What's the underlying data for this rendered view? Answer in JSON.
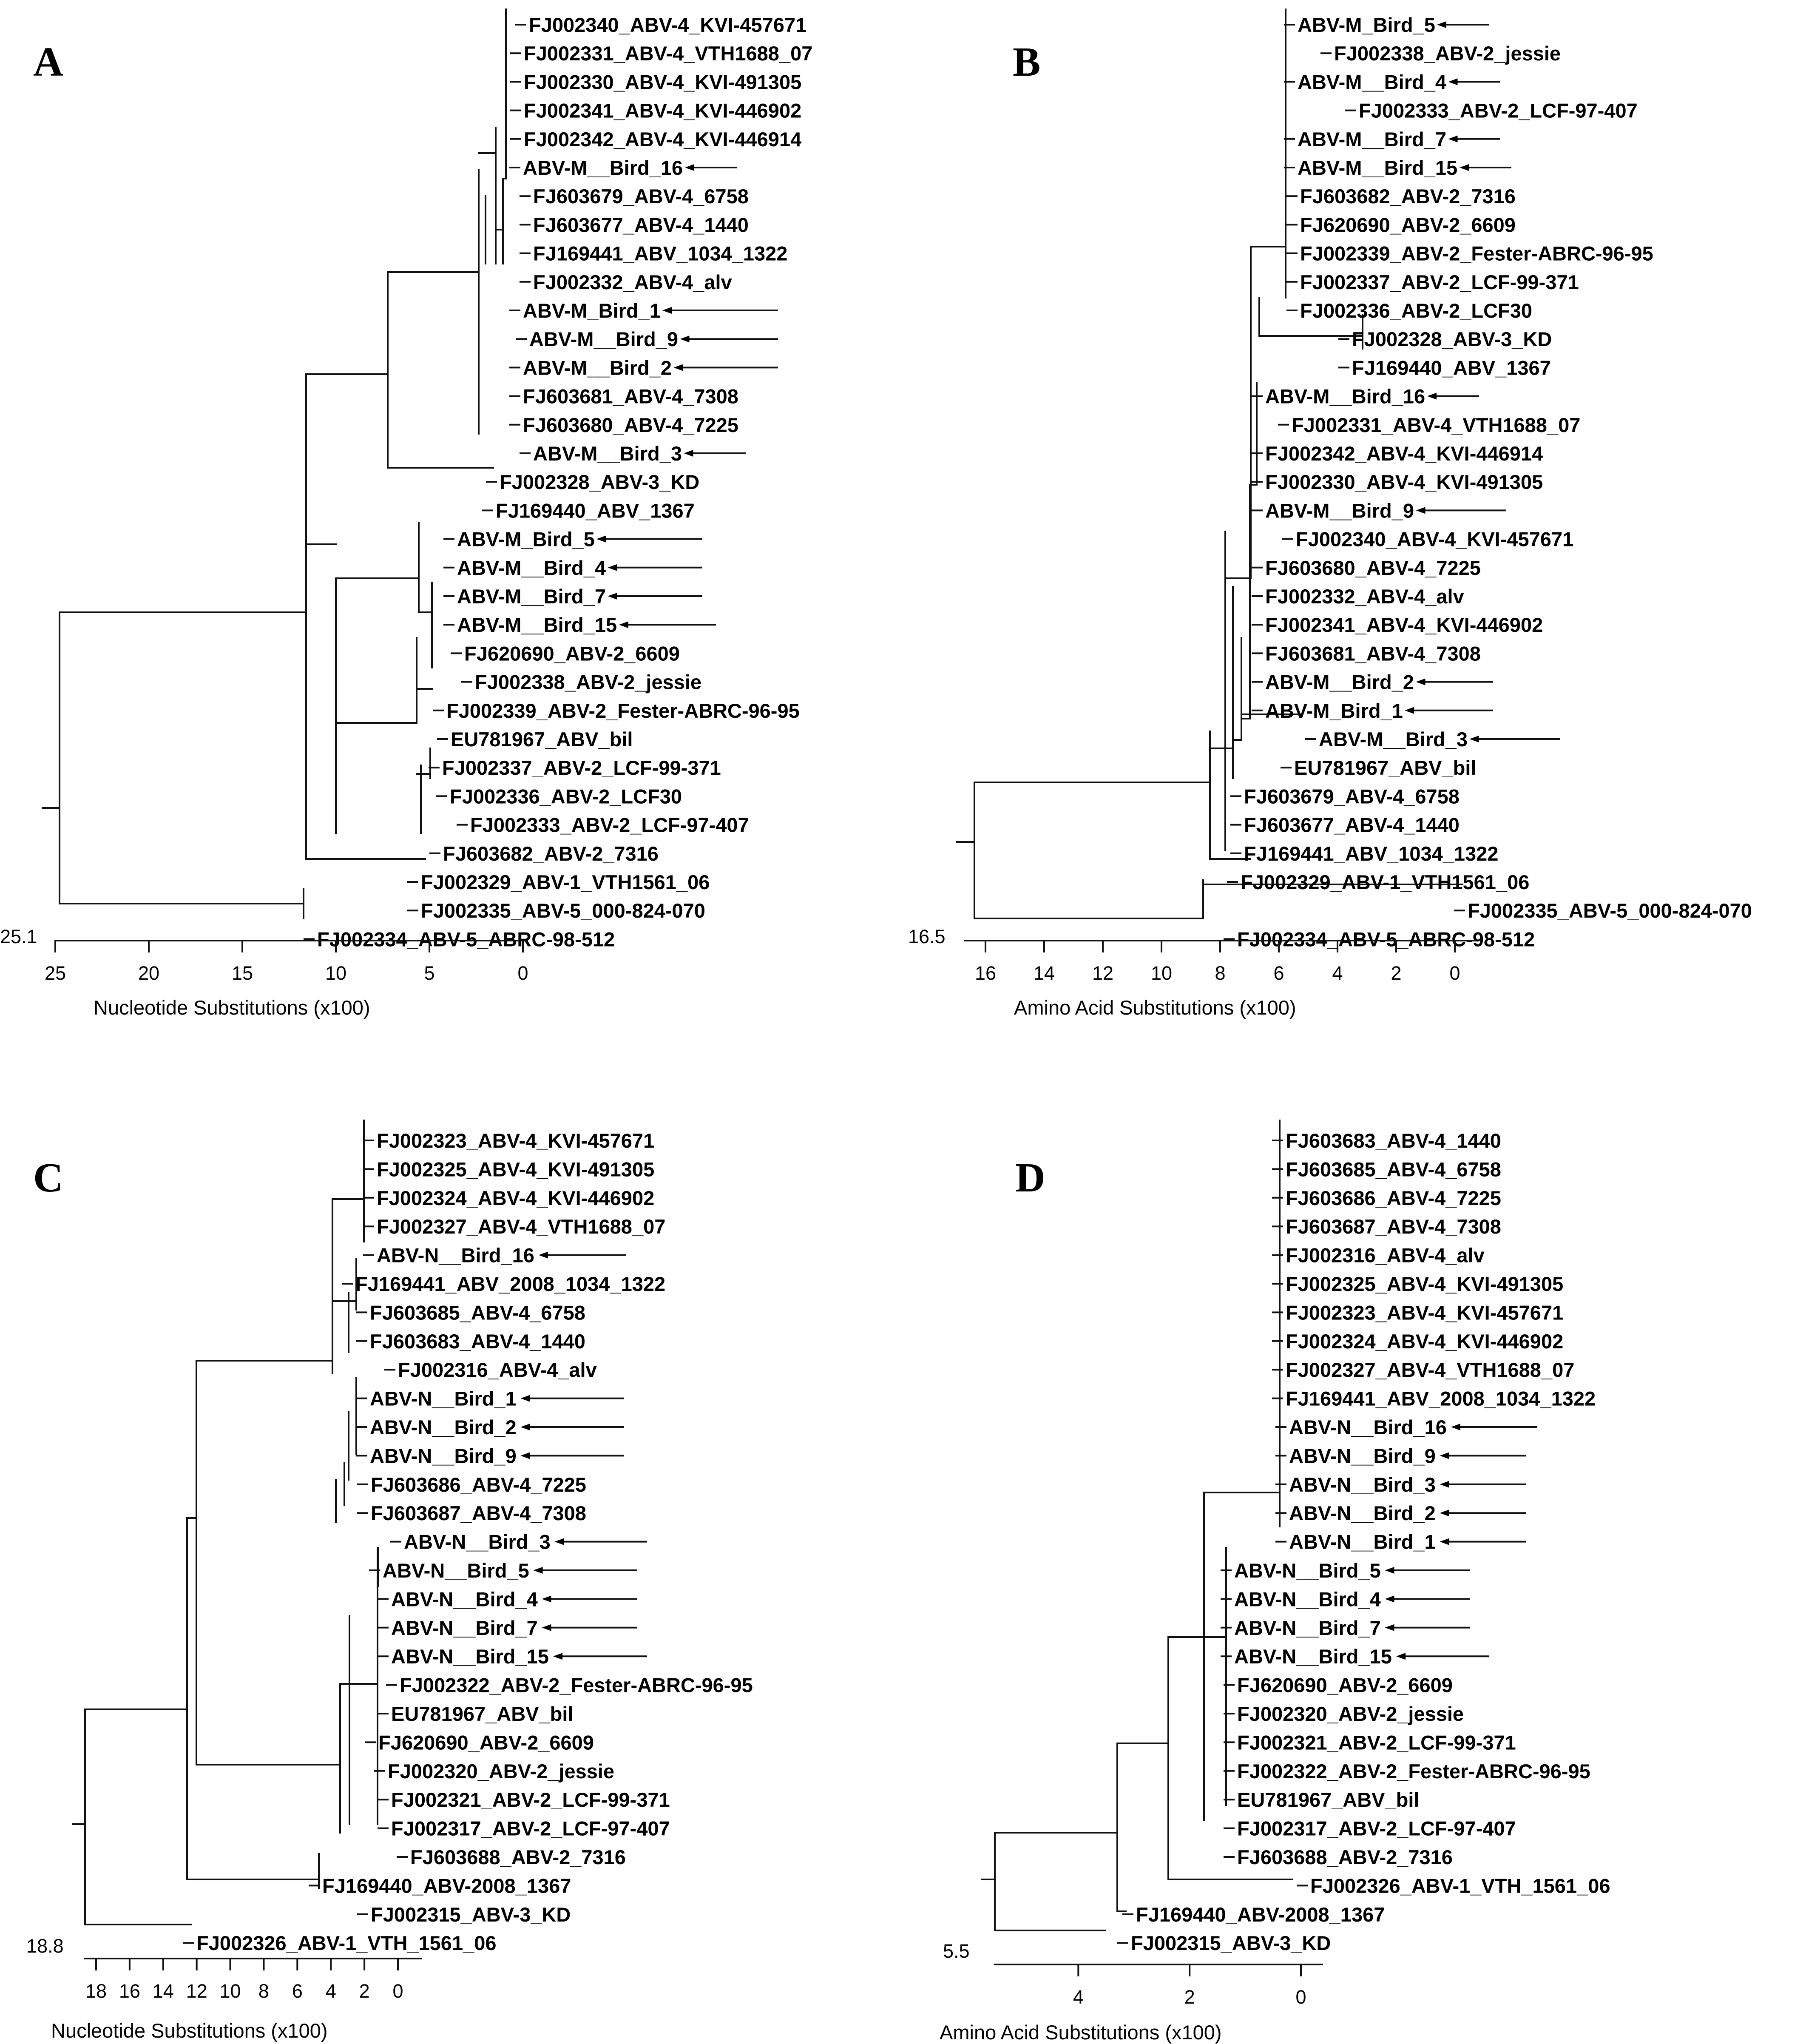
{
  "figure": {
    "colors": {
      "ink": "#000000",
      "background": "#ffffff"
    },
    "arrow_icon": "left-arrow-icon",
    "panels": [
      {
        "id": "A",
        "letter": "A",
        "root_value": "25.1",
        "axis_title": "Nucleotide Substitutions (x100)",
        "axis_ticks": [
          "25",
          "20",
          "15",
          "10",
          "5",
          "0"
        ],
        "leaves": [
          {
            "label": "FJ002340_ABV-4_KVI-457671",
            "arrow": false
          },
          {
            "label": "FJ002331_ABV-4_VTH1688_07",
            "arrow": false
          },
          {
            "label": "FJ002330_ABV-4_KVI-491305",
            "arrow": false
          },
          {
            "label": "FJ002341_ABV-4_KVI-446902",
            "arrow": false
          },
          {
            "label": "FJ002342_ABV-4_KVI-446914",
            "arrow": false
          },
          {
            "label": "ABV-M__Bird_16",
            "arrow": true
          },
          {
            "label": "FJ603679_ABV-4_6758",
            "arrow": false
          },
          {
            "label": "FJ603677_ABV-4_1440",
            "arrow": false
          },
          {
            "label": "FJ169441_ABV_1034_1322",
            "arrow": false
          },
          {
            "label": "FJ002332_ABV-4_alv",
            "arrow": false
          },
          {
            "label": "ABV-M_Bird_1",
            "arrow": true
          },
          {
            "label": "ABV-M__Bird_9",
            "arrow": true
          },
          {
            "label": "ABV-M__Bird_2",
            "arrow": true
          },
          {
            "label": "FJ603681_ABV-4_7308",
            "arrow": false
          },
          {
            "label": "FJ603680_ABV-4_7225",
            "arrow": false
          },
          {
            "label": "ABV-M__Bird_3",
            "arrow": true
          },
          {
            "label": "FJ002328_ABV-3_KD",
            "arrow": false
          },
          {
            "label": "FJ169440_ABV_1367",
            "arrow": false
          },
          {
            "label": "ABV-M_Bird_5",
            "arrow": true
          },
          {
            "label": "ABV-M__Bird_4",
            "arrow": true
          },
          {
            "label": "ABV-M__Bird_7",
            "arrow": true
          },
          {
            "label": "ABV-M__Bird_15",
            "arrow": true
          },
          {
            "label": "FJ620690_ABV-2_6609",
            "arrow": false
          },
          {
            "label": "FJ002338_ABV-2_jessie",
            "arrow": false
          },
          {
            "label": "FJ002339_ABV-2_Fester-ABRC-96-95",
            "arrow": false
          },
          {
            "label": "EU781967_ABV_bil",
            "arrow": false
          },
          {
            "label": "FJ002337_ABV-2_LCF-99-371",
            "arrow": false
          },
          {
            "label": "FJ002336_ABV-2_LCF30",
            "arrow": false
          },
          {
            "label": "FJ002333_ABV-2_LCF-97-407",
            "arrow": false
          },
          {
            "label": "FJ603682_ABV-2_7316",
            "arrow": false
          },
          {
            "label": "FJ002329_ABV-1_VTH1561_06",
            "arrow": false
          },
          {
            "label": "FJ002335_ABV-5_000-824-070",
            "arrow": false
          },
          {
            "label": "FJ002334_ABV-5_ABRC-98-512",
            "arrow": false
          }
        ]
      },
      {
        "id": "B",
        "letter": "B",
        "root_value": "16.5",
        "axis_title": "Amino Acid Substitutions (x100)",
        "axis_ticks": [
          "16",
          "14",
          "12",
          "10",
          "8",
          "6",
          "4",
          "2",
          "0"
        ],
        "leaves": [
          {
            "label": "ABV-M_Bird_5",
            "arrow": true
          },
          {
            "label": "FJ002338_ABV-2_jessie",
            "arrow": false
          },
          {
            "label": "ABV-M__Bird_4",
            "arrow": true
          },
          {
            "label": "FJ002333_ABV-2_LCF-97-407",
            "arrow": false
          },
          {
            "label": "ABV-M__Bird_7",
            "arrow": true
          },
          {
            "label": "ABV-M__Bird_15",
            "arrow": true
          },
          {
            "label": "FJ603682_ABV-2_7316",
            "arrow": false
          },
          {
            "label": "FJ620690_ABV-2_6609",
            "arrow": false
          },
          {
            "label": "FJ002339_ABV-2_Fester-ABRC-96-95",
            "arrow": false
          },
          {
            "label": "FJ002337_ABV-2_LCF-99-371",
            "arrow": false
          },
          {
            "label": "FJ002336_ABV-2_LCF30",
            "arrow": false
          },
          {
            "label": "FJ002328_ABV-3_KD",
            "arrow": false
          },
          {
            "label": "FJ169440_ABV_1367",
            "arrow": false
          },
          {
            "label": "ABV-M__Bird_16",
            "arrow": true
          },
          {
            "label": "FJ002331_ABV-4_VTH1688_07",
            "arrow": false
          },
          {
            "label": "FJ002342_ABV-4_KVI-446914",
            "arrow": false
          },
          {
            "label": "FJ002330_ABV-4_KVI-491305",
            "arrow": false
          },
          {
            "label": "ABV-M__Bird_9",
            "arrow": true
          },
          {
            "label": "FJ002340_ABV-4_KVI-457671",
            "arrow": false
          },
          {
            "label": "FJ603680_ABV-4_7225",
            "arrow": false
          },
          {
            "label": "FJ002332_ABV-4_alv",
            "arrow": false
          },
          {
            "label": "FJ002341_ABV-4_KVI-446902",
            "arrow": false
          },
          {
            "label": "FJ603681_ABV-4_7308",
            "arrow": false
          },
          {
            "label": "ABV-M__Bird_2",
            "arrow": true
          },
          {
            "label": "ABV-M_Bird_1",
            "arrow": true
          },
          {
            "label": "ABV-M__Bird_3",
            "arrow": true
          },
          {
            "label": "EU781967_ABV_bil",
            "arrow": false
          },
          {
            "label": "FJ603679_ABV-4_6758",
            "arrow": false
          },
          {
            "label": "FJ603677_ABV-4_1440",
            "arrow": false
          },
          {
            "label": "FJ169441_ABV_1034_1322",
            "arrow": false
          },
          {
            "label": "FJ002329_ABV-1_VTH1561_06",
            "arrow": false
          },
          {
            "label": "FJ002335_ABV-5_000-824-070",
            "arrow": false
          },
          {
            "label": "FJ002334_ABV-5_ABRC-98-512",
            "arrow": false
          }
        ]
      },
      {
        "id": "C",
        "letter": "C",
        "root_value": "18.8",
        "axis_title": "Nucleotide Substitutions (x100)",
        "axis_ticks": [
          "18",
          "16",
          "14",
          "12",
          "10",
          "8",
          "6",
          "4",
          "2",
          "0"
        ],
        "leaves": [
          {
            "label": "FJ002323_ABV-4_KVI-457671",
            "arrow": false
          },
          {
            "label": "FJ002325_ABV-4_KVI-491305",
            "arrow": false
          },
          {
            "label": "FJ002324_ABV-4_KVI-446902",
            "arrow": false
          },
          {
            "label": "FJ002327_ABV-4_VTH1688_07",
            "arrow": false
          },
          {
            "label": "ABV-N__Bird_16",
            "arrow": true
          },
          {
            "label": "FJ169441_ABV_2008_1034_1322",
            "arrow": false
          },
          {
            "label": "FJ603685_ABV-4_6758",
            "arrow": false
          },
          {
            "label": "FJ603683_ABV-4_1440",
            "arrow": false
          },
          {
            "label": "FJ002316_ABV-4_alv",
            "arrow": false
          },
          {
            "label": "ABV-N__Bird_1",
            "arrow": true
          },
          {
            "label": "ABV-N__Bird_2",
            "arrow": true
          },
          {
            "label": "ABV-N__Bird_9",
            "arrow": true
          },
          {
            "label": "FJ603686_ABV-4_7225",
            "arrow": false
          },
          {
            "label": "FJ603687_ABV-4_7308",
            "arrow": false
          },
          {
            "label": "ABV-N__Bird_3",
            "arrow": true
          },
          {
            "label": "ABV-N__Bird_5",
            "arrow": true
          },
          {
            "label": "ABV-N__Bird_4",
            "arrow": true
          },
          {
            "label": "ABV-N__Bird_7",
            "arrow": true
          },
          {
            "label": "ABV-N__Bird_15",
            "arrow": true
          },
          {
            "label": "FJ002322_ABV-2_Fester-ABRC-96-95",
            "arrow": false
          },
          {
            "label": "EU781967_ABV_bil",
            "arrow": false
          },
          {
            "label": "FJ620690_ABV-2_6609",
            "arrow": false
          },
          {
            "label": "FJ002320_ABV-2_jessie",
            "arrow": false
          },
          {
            "label": "FJ002321_ABV-2_LCF-99-371",
            "arrow": false
          },
          {
            "label": "FJ002317_ABV-2_LCF-97-407",
            "arrow": false
          },
          {
            "label": "FJ603688_ABV-2_7316",
            "arrow": false
          },
          {
            "label": "FJ169440_ABV-2008_1367",
            "arrow": false
          },
          {
            "label": "FJ002315_ABV-3_KD",
            "arrow": false
          },
          {
            "label": "FJ002326_ABV-1_VTH_1561_06",
            "arrow": false
          }
        ]
      },
      {
        "id": "D",
        "letter": "D",
        "root_value": "5.5",
        "axis_title": "Amino Acid Substitutions (x100)",
        "axis_ticks": [
          "4",
          "2",
          "0"
        ],
        "leaves": [
          {
            "label": "FJ603683_ABV-4_1440",
            "arrow": false
          },
          {
            "label": "FJ603685_ABV-4_6758",
            "arrow": false
          },
          {
            "label": "FJ603686_ABV-4_7225",
            "arrow": false
          },
          {
            "label": "FJ603687_ABV-4_7308",
            "arrow": false
          },
          {
            "label": "FJ002316_ABV-4_alv",
            "arrow": false
          },
          {
            "label": "FJ002325_ABV-4_KVI-491305",
            "arrow": false
          },
          {
            "label": "FJ002323_ABV-4_KVI-457671",
            "arrow": false
          },
          {
            "label": "FJ002324_ABV-4_KVI-446902",
            "arrow": false
          },
          {
            "label": "FJ002327_ABV-4_VTH1688_07",
            "arrow": false
          },
          {
            "label": "FJ169441_ABV_2008_1034_1322",
            "arrow": false
          },
          {
            "label": "ABV-N__Bird_16",
            "arrow": true
          },
          {
            "label": "ABV-N__Bird_9",
            "arrow": true
          },
          {
            "label": "ABV-N__Bird_3",
            "arrow": true
          },
          {
            "label": "ABV-N__Bird_2",
            "arrow": true
          },
          {
            "label": "ABV-N__Bird_1",
            "arrow": true
          },
          {
            "label": "ABV-N__Bird_5",
            "arrow": true
          },
          {
            "label": "ABV-N__Bird_4",
            "arrow": true
          },
          {
            "label": "ABV-N__Bird_7",
            "arrow": true
          },
          {
            "label": "ABV-N__Bird_15",
            "arrow": true
          },
          {
            "label": "FJ620690_ABV-2_6609",
            "arrow": false
          },
          {
            "label": "FJ002320_ABV-2_jessie",
            "arrow": false
          },
          {
            "label": "FJ002321_ABV-2_LCF-99-371",
            "arrow": false
          },
          {
            "label": "FJ002322_ABV-2_Fester-ABRC-96-95",
            "arrow": false
          },
          {
            "label": "EU781967_ABV_bil",
            "arrow": false
          },
          {
            "label": "FJ002317_ABV-2_LCF-97-407",
            "arrow": false
          },
          {
            "label": "FJ603688_ABV-2_7316",
            "arrow": false
          },
          {
            "label": "FJ002326_ABV-1_VTH_1561_06",
            "arrow": false
          },
          {
            "label": "FJ169440_ABV-2008_1367",
            "arrow": false
          },
          {
            "label": "FJ002315_ABV-3_KD",
            "arrow": false
          }
        ]
      }
    ]
  }
}
